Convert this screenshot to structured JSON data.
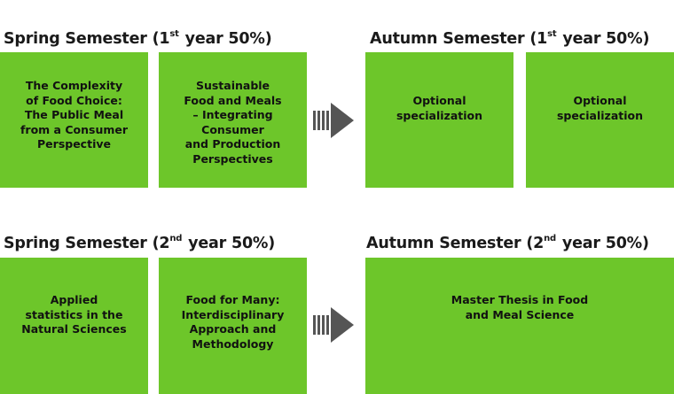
{
  "colors": {
    "box": "#6dc62a",
    "arrow": "#555555",
    "text": "#111111"
  },
  "sections": {
    "spring1": {
      "label": "Spring Semester (1",
      "ordinal": "st",
      "suffix": " year 50%)"
    },
    "autumn1": {
      "label": "Autumn Semester (1",
      "ordinal": "st",
      "suffix": " year 50%)"
    },
    "spring2": {
      "label": "Spring Semester (2",
      "ordinal": "nd",
      "suffix": " year 50%)"
    },
    "autumn2": {
      "label": "Autumn Semester (2",
      "ordinal": "nd",
      "suffix": " year 50%)"
    }
  },
  "courses": {
    "c1": "The Complexity\nof Food Choice:\nThe Public Meal\nfrom a Consumer\nPerspective",
    "c2": "Sustainable\nFood and Meals\n– Integrating\nConsumer\nand Production\nPerspectives",
    "c3": "Optional\nspecialization",
    "c4": "Optional\nspecialization",
    "c5": "Applied\nstatistics in the\nNatural Sciences",
    "c6": "Food for Many:\nInterdisciplinary\nApproach and\nMethodology",
    "c7": "Master Thesis in Food\nand Meal Science"
  },
  "arrows": [
    "arrow-icon",
    "arrow-icon"
  ]
}
